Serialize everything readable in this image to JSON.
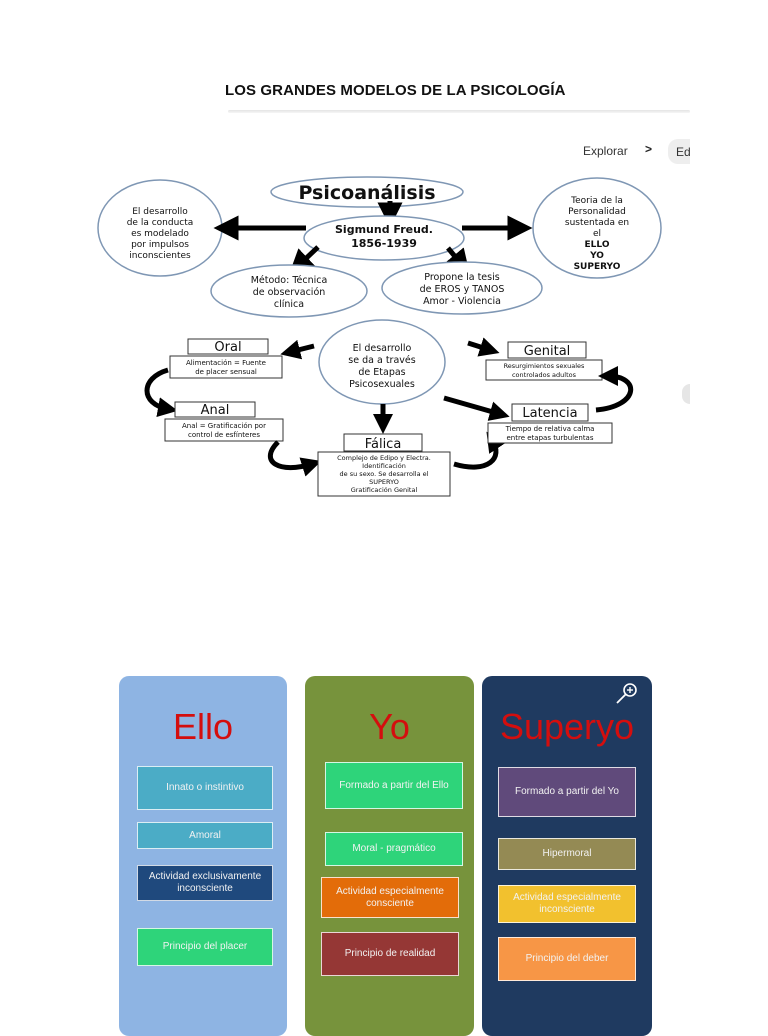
{
  "page": {
    "title": "LOS GRANDES MODELOS DE LA PSICOLOGÍA"
  },
  "toolbar": {
    "explore_label": "Explorar",
    "chevron": ">",
    "edit_label": "Ed"
  },
  "diagram": {
    "center_title": "Psicoanálisis",
    "freud_line1": "Sigmund Freud.",
    "freud_line2": "1856-1939",
    "left_lines": [
      "El desarrollo",
      "de la conducta",
      "es modelado",
      "por impulsos",
      "inconscientes"
    ],
    "right_lines": [
      "Teoria de la",
      "Personalidad",
      "sustentada en",
      "el",
      "ELLO",
      "YO",
      "SUPERYO"
    ],
    "method_lines": [
      "Método: Técnica",
      "de observación",
      "clínica"
    ],
    "thesis_lines": [
      "Propone la tesis",
      "de EROS y TANOS",
      "Amor - Violencia"
    ],
    "stages_lines": [
      "El desarrollo",
      "se da a través",
      "de Etapas",
      "Psicosexuales"
    ],
    "oral_label": "Oral",
    "oral_desc": [
      "Alimentación = Fuente",
      "de placer sensual"
    ],
    "anal_label": "Anal",
    "anal_desc": [
      "Anal = Gratificación por",
      "control de esfínteres"
    ],
    "falica_label": "Fálica",
    "falica_desc": [
      "Complejo de Edipo y Electra.",
      "Identificación",
      "de su sexo. Se desarrolla el",
      "SUPERYO",
      "Gratificación Genital"
    ],
    "genital_label": "Genital",
    "genital_desc": [
      "Resurgimientos sexuales",
      "controlados adultos"
    ],
    "latencia_label": "Latencia",
    "latencia_desc": [
      "Tiempo de relativa calma",
      "entre etapas turbulentas"
    ]
  },
  "columns": {
    "ello": {
      "title": "Ello",
      "items": [
        "Innato o instintivo",
        "Amoral",
        "Actividad exclusivamente inconsciente",
        "Principio del placer"
      ]
    },
    "yo": {
      "title": "Yo",
      "items": [
        "Formado a partir del Ello",
        "Moral - pragmático",
        "Actividad especialmente consciente",
        "Principio de realidad"
      ]
    },
    "superyo": {
      "title": "Superyo",
      "items": [
        "Formado a partir del Yo",
        "Hipermoral",
        "Actividad especialmente inconsciente",
        "Principio del deber"
      ]
    }
  },
  "colors": {
    "ello_bg": "#8eb4e3",
    "yo_bg": "#77933c",
    "superyo_bg": "#1f3a60",
    "title_red": "#d40e0e"
  },
  "icons": {
    "zoom": "zoom-in-icon"
  }
}
